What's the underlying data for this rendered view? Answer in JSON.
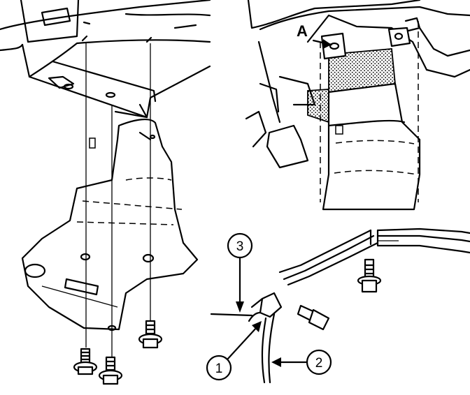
{
  "diagram": {
    "view_label": "A",
    "callouts": [
      "1",
      "2",
      "3"
    ],
    "colors": {
      "ink": "#000000",
      "paper": "#ffffff",
      "stipple": "#6b6b6b"
    }
  }
}
